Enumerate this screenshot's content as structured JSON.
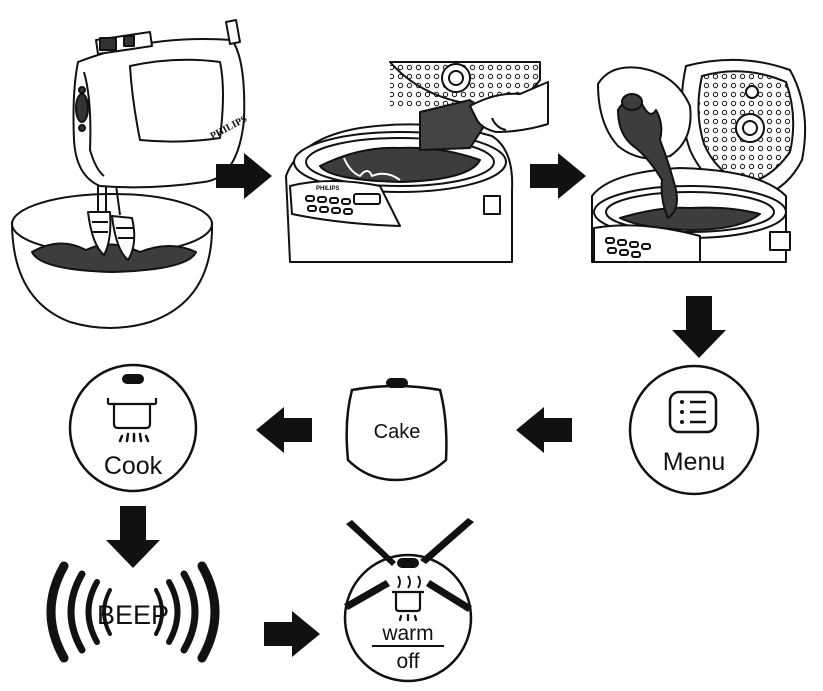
{
  "illustrations": {
    "mixer_brand": "PHILIPS",
    "cooker_brand": "PHILIPS"
  },
  "buttons": {
    "menu_label": "Menu",
    "cake_label": "Cake",
    "cook_label": "Cook",
    "warm_label": "warm",
    "off_label": "off"
  },
  "signal": {
    "beep_label": "BEEP"
  },
  "colors": {
    "ink": "#111111",
    "batter": "#3d3d3d",
    "arrow": "#111111"
  }
}
